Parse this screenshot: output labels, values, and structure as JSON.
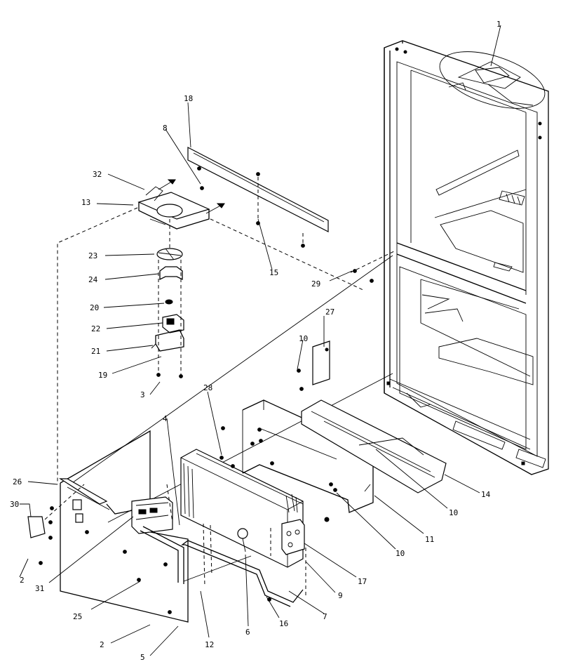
{
  "diagram": {
    "callouts": [
      {
        "id": "c1",
        "label": "1"
      },
      {
        "id": "c18",
        "label": "18"
      },
      {
        "id": "c8",
        "label": "8"
      },
      {
        "id": "c32",
        "label": "32"
      },
      {
        "id": "c13",
        "label": "13"
      },
      {
        "id": "c23",
        "label": "23"
      },
      {
        "id": "c24",
        "label": "24"
      },
      {
        "id": "c20",
        "label": "20"
      },
      {
        "id": "c22",
        "label": "22"
      },
      {
        "id": "c21",
        "label": "21"
      },
      {
        "id": "c19",
        "label": "19"
      },
      {
        "id": "c3",
        "label": "3"
      },
      {
        "id": "c15",
        "label": "15"
      },
      {
        "id": "c29",
        "label": "29"
      },
      {
        "id": "c27",
        "label": "27"
      },
      {
        "id": "c10a",
        "label": "10"
      },
      {
        "id": "c28",
        "label": "28"
      },
      {
        "id": "c4",
        "label": "4"
      },
      {
        "id": "c26",
        "label": "26"
      },
      {
        "id": "c30",
        "label": "30"
      },
      {
        "id": "c2a",
        "label": "2"
      },
      {
        "id": "c31",
        "label": "31"
      },
      {
        "id": "c25",
        "label": "25"
      },
      {
        "id": "c2b",
        "label": "2"
      },
      {
        "id": "c5",
        "label": "5"
      },
      {
        "id": "c12",
        "label": "12"
      },
      {
        "id": "c6",
        "label": "6"
      },
      {
        "id": "c16",
        "label": "16"
      },
      {
        "id": "c7",
        "label": "7"
      },
      {
        "id": "c9",
        "label": "9"
      },
      {
        "id": "c17",
        "label": "17"
      },
      {
        "id": "c10b",
        "label": "10"
      },
      {
        "id": "c11",
        "label": "11"
      },
      {
        "id": "c10c",
        "label": "10"
      },
      {
        "id": "c14",
        "label": "14"
      }
    ]
  }
}
